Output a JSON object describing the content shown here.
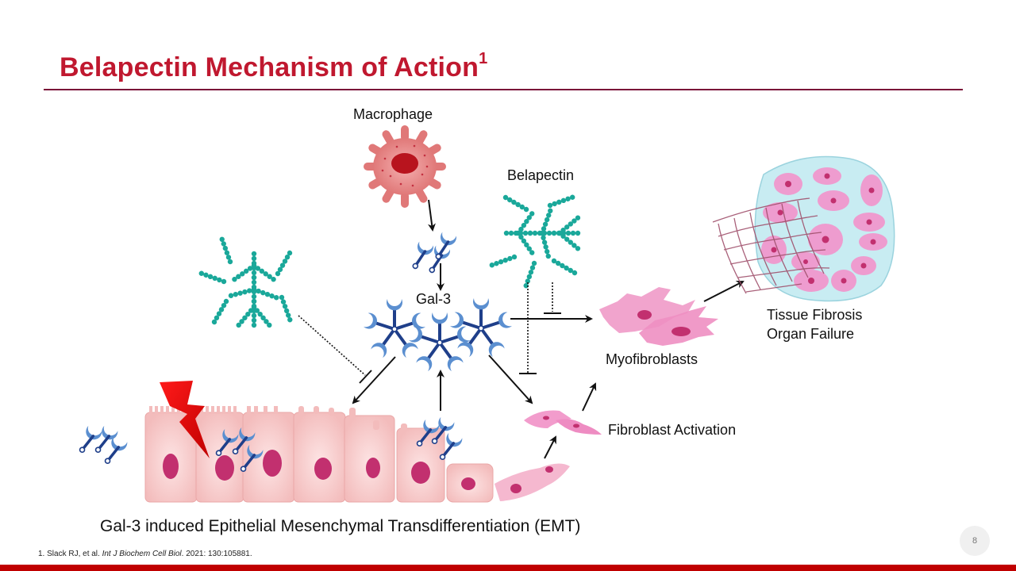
{
  "slide": {
    "title": "Belapectin Mechanism of Action",
    "title_superscript": "1",
    "page_number": "8",
    "colors": {
      "title": "#c0182f",
      "rule": "#7a1038",
      "footer_bar": "#c00000",
      "gal3_blue": "#5b8fd0",
      "gal3_dark": "#1f3f8a",
      "belapectin_teal": "#1aa89a",
      "cell_pink": "#f4c2c2",
      "nucleus": "#c2306f",
      "bolt_red": "#e60000"
    }
  },
  "diagram": {
    "labels": {
      "macrophage": "Macrophage",
      "belapectin": "Belapectin",
      "gal3": "Gal-3",
      "myofibroblasts": "Myofibroblasts",
      "fibroblast_activation": "Fibroblast Activation",
      "tissue_fibrosis": "Tissue Fibrosis",
      "organ_failure": "Organ Failure"
    },
    "caption": "Gal-3 induced Epithelial Mesenchymal Transdifferentiation (EMT)"
  },
  "reference": {
    "prefix": "1. Slack RJ, et al. ",
    "journal": "Int J Biochem Cell Biol",
    "suffix": ". 2021: 130:105881."
  }
}
